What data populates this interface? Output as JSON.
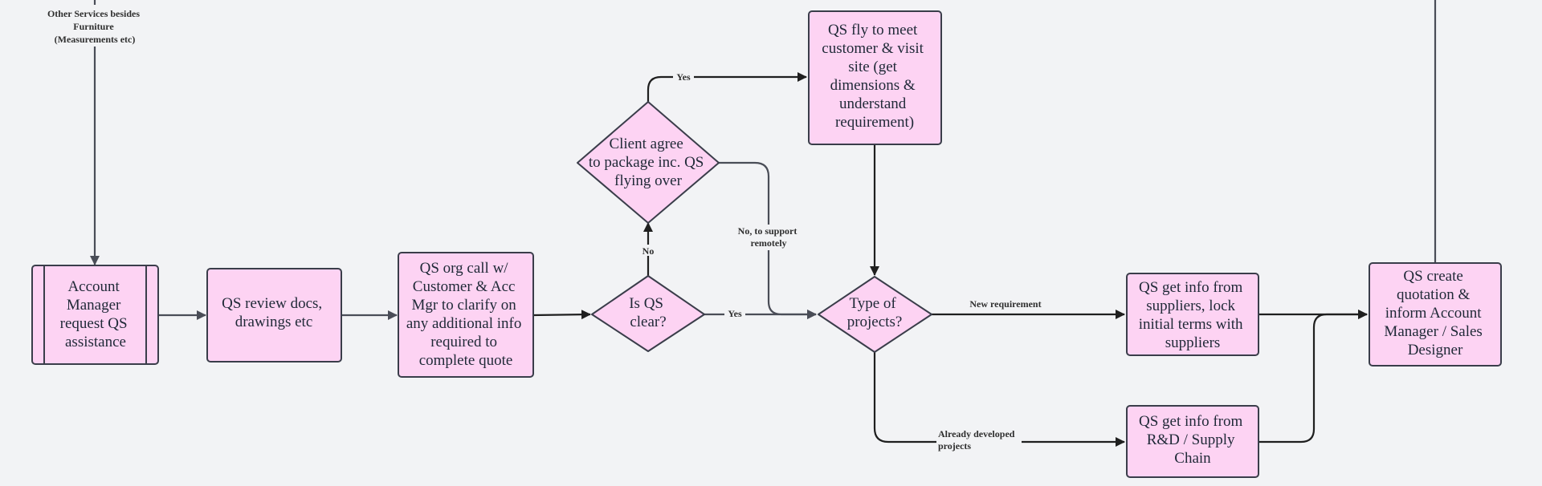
{
  "nodes": {
    "other_services": [
      "Other Services besides",
      "Furniture",
      "(Measurements etc)"
    ],
    "account_manager": [
      "Account",
      "Manager",
      "request QS",
      "assistance"
    ],
    "qs_review": [
      "QS review docs,",
      "drawings etc"
    ],
    "qs_org_call": [
      "QS org call w/",
      "Customer & Acc",
      "Mgr to clarify on",
      "any additional info",
      "required to",
      "complete quote"
    ],
    "is_qs_clear": [
      "Is QS",
      "clear?"
    ],
    "client_agree": [
      "Client agree",
      "to package inc. QS",
      "flying over"
    ],
    "qs_fly": [
      "QS fly to meet",
      "customer & visit",
      "site (get",
      "dimensions &",
      "understand",
      "requirement)"
    ],
    "type_of_projects": [
      "Type of",
      "projects?"
    ],
    "qs_info_suppliers": [
      "QS get info from",
      "suppliers, lock",
      "initial terms with",
      "suppliers"
    ],
    "qs_info_rnd": [
      "QS get info from",
      "R&D / Supply",
      "Chain"
    ],
    "qs_create": [
      "QS create",
      "quotation &",
      "inform Account",
      "Manager / Sales",
      "Designer"
    ]
  },
  "edge_labels": {
    "yes_top": "Yes",
    "no": "No",
    "no_support": [
      "No, to support",
      "remotely"
    ],
    "yes_mid": "Yes",
    "new_requirement": "New requirement",
    "already_developed": [
      "Already developed",
      "projects"
    ]
  },
  "colors": {
    "node_fill": "#fdd3f3",
    "node_stroke": "#3a3d4a",
    "edge": "#1f1f1f",
    "edge_light": "#4a4d57",
    "background": "#f2f3f5"
  }
}
